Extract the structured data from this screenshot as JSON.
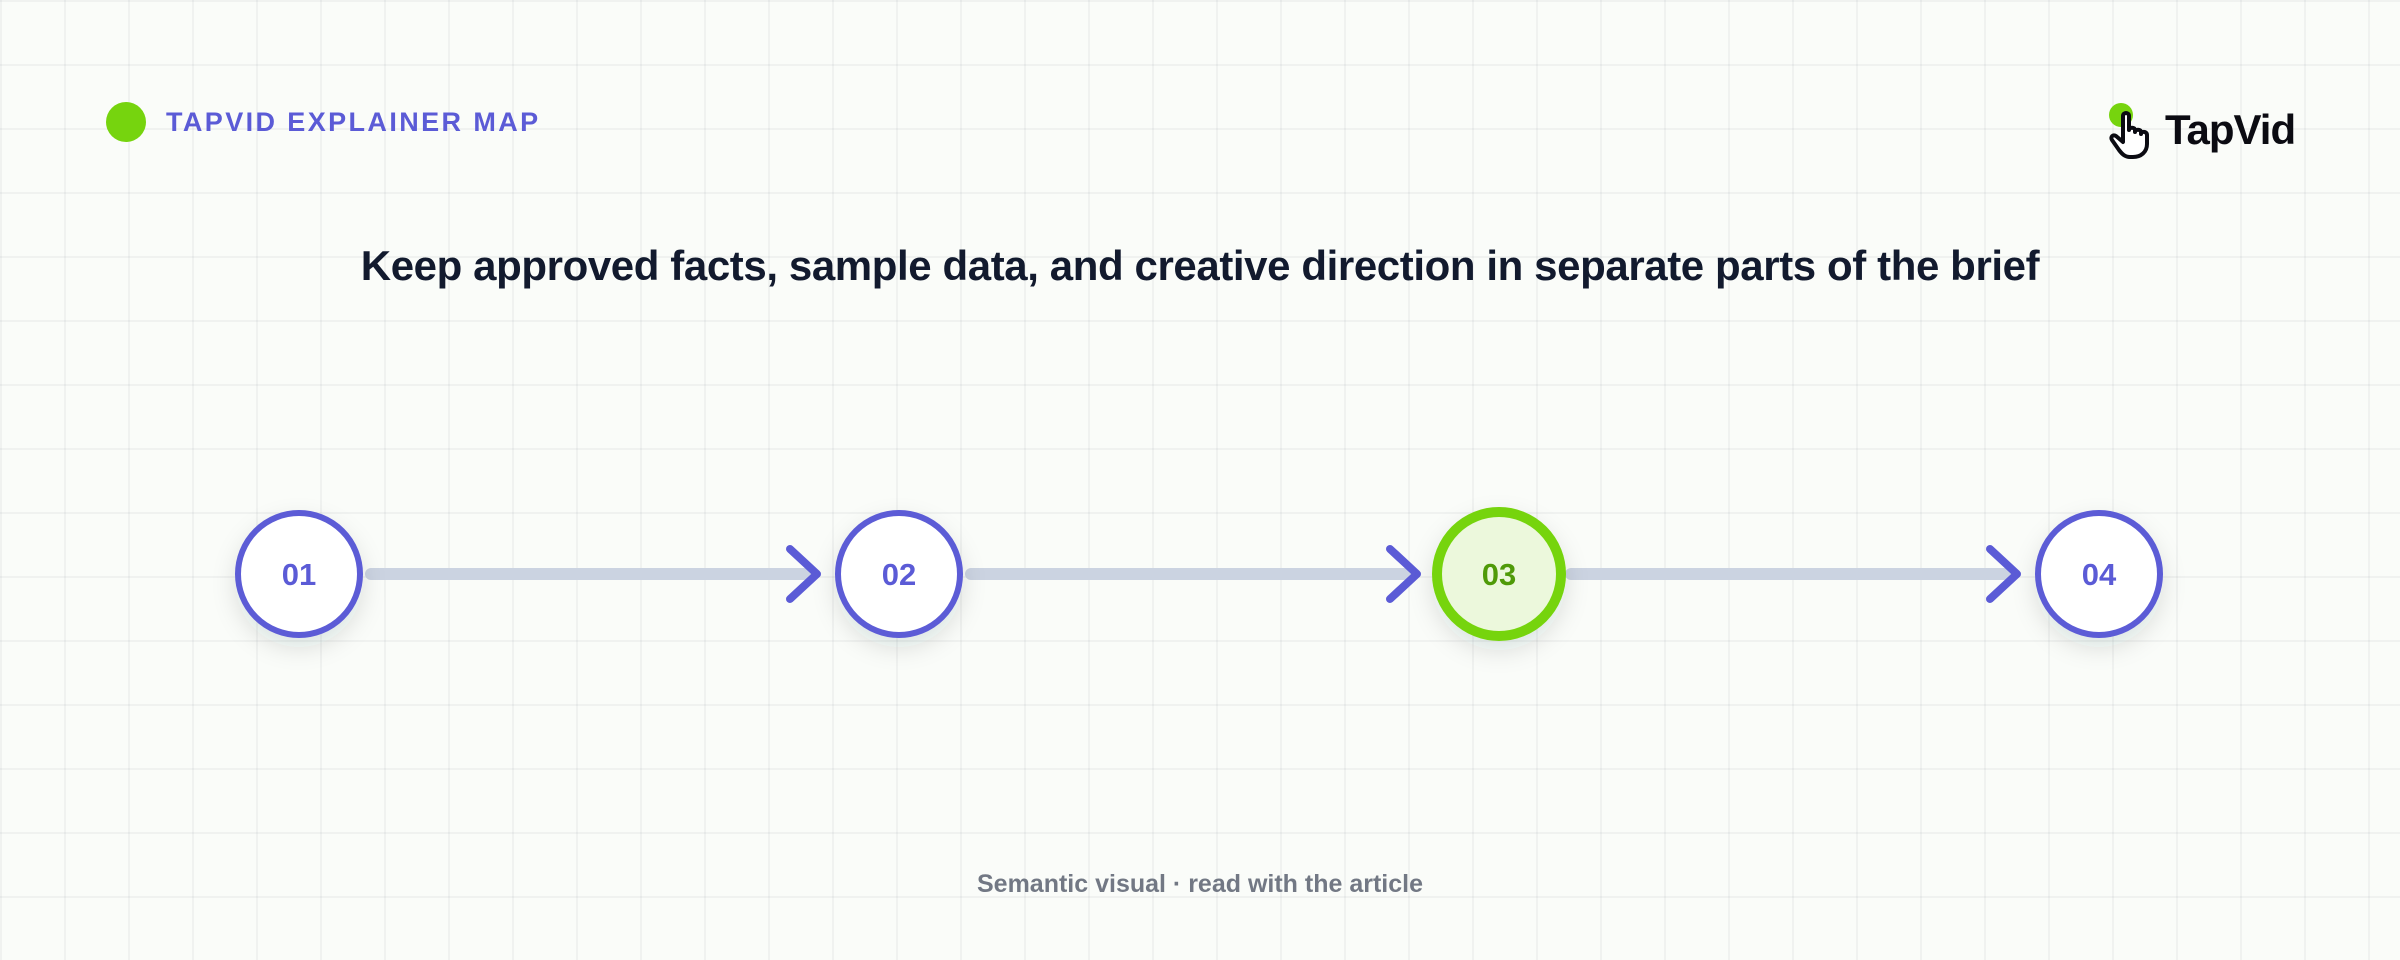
{
  "header": {
    "kicker": "TAPVID EXPLAINER MAP",
    "logo_text": "TapVid",
    "logo_icon": "pointer-hand-icon"
  },
  "headline": "Keep approved facts, sample data, and creative direction in separate parts of the brief",
  "steps": [
    {
      "label": "01",
      "highlighted": false
    },
    {
      "label": "02",
      "highlighted": false
    },
    {
      "label": "03",
      "highlighted": true
    },
    {
      "label": "04",
      "highlighted": false
    }
  ],
  "footer": "Semantic visual · read with the article",
  "colors": {
    "accent": "#5b5bd6",
    "highlight": "#76d40e",
    "highlight_fill": "#ecf8dc",
    "highlight_text": "#4f9a08",
    "connector": "#cbd3e1",
    "headline": "#121a2e",
    "muted": "#727884"
  }
}
